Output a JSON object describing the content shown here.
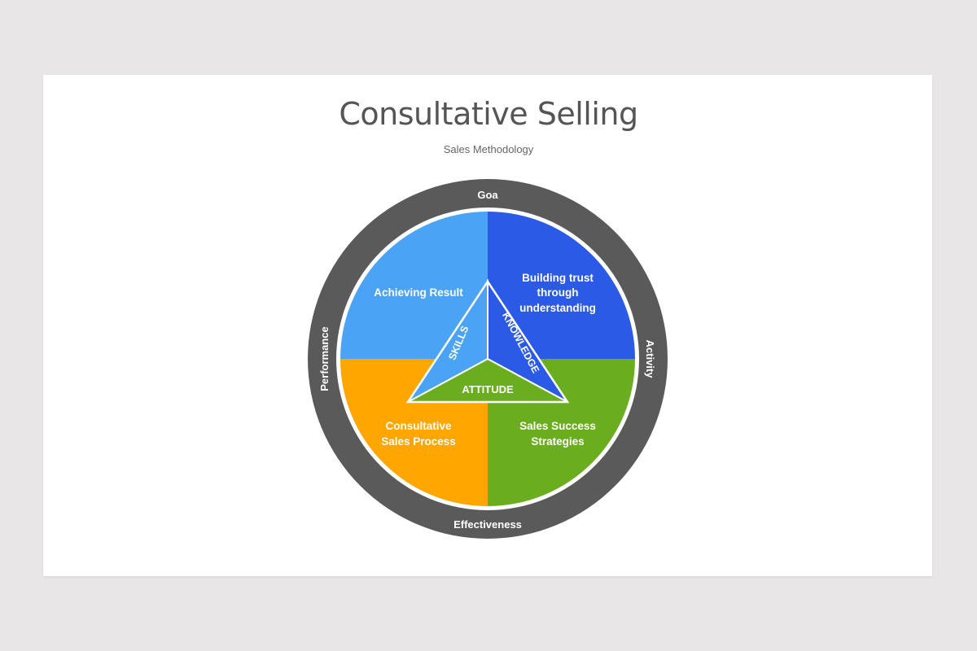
{
  "header": {
    "title": "Consultative Selling",
    "subtitle": "Sales Methodology"
  },
  "ring": {
    "top": "Goa",
    "right": "Activity",
    "bottom": "Effectiveness",
    "left": "Performance",
    "color": "#5a5a5a"
  },
  "quadrants": {
    "top_left": {
      "line1": "Achieving Result",
      "color": "#4aa3f5"
    },
    "top_right": {
      "line1": "Building  trust",
      "line2": "through",
      "line3": "understanding",
      "color": "#2a5ae6"
    },
    "bottom_left": {
      "line1": "Consultative",
      "line2": "Sales Process",
      "color": "#ffa600"
    },
    "bottom_right": {
      "line1": "Sales Success",
      "line2": "Strategies",
      "color": "#6aae1f"
    }
  },
  "triangle": {
    "left": "SKILLS",
    "right": "KNOWLEDGE",
    "bottom": "ATTITUDE"
  }
}
